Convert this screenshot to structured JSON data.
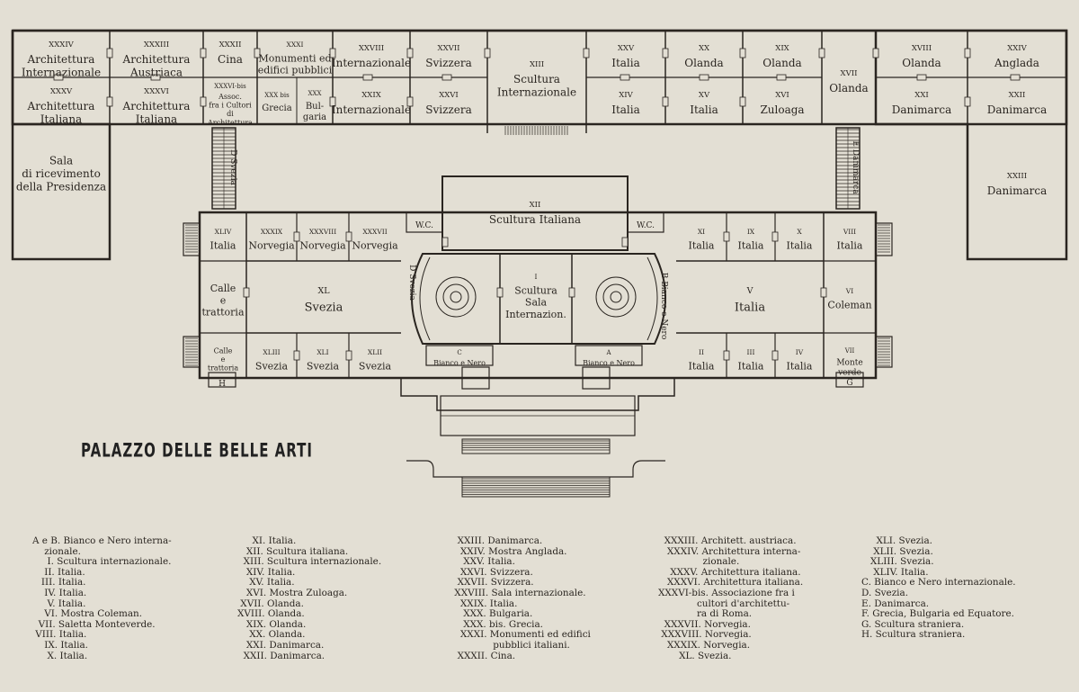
{
  "title": "PALAZZO DELLE BELLE ARTI",
  "rooms": {
    "r34": {
      "num": "XXXIV",
      "lines": [
        "Architettura",
        "Internazionale"
      ]
    },
    "r33": {
      "num": "XXXIII",
      "lines": [
        "Architettura",
        "Austriaca"
      ]
    },
    "r32": {
      "num": "XXXII",
      "lines": [
        "Cina"
      ]
    },
    "r31": {
      "num": "XXXI",
      "lines": [
        "Monumenti ed",
        "edifici pubblici"
      ]
    },
    "r28": {
      "num": "XXVIII",
      "lines": [
        "Internazionale"
      ]
    },
    "r27": {
      "num": "XXVII",
      "lines": [
        "Svizzera"
      ]
    },
    "r13": {
      "num": "XIII",
      "lines": [
        "Scultura",
        "Internazionale"
      ]
    },
    "r25": {
      "num": "XXV",
      "lines": [
        "Italia"
      ]
    },
    "r20": {
      "num": "XX",
      "lines": [
        "Olanda"
      ]
    },
    "r19": {
      "num": "XIX",
      "lines": [
        "Olanda"
      ]
    },
    "r17": {
      "num": "XVII",
      "lines": [
        "Olanda"
      ]
    },
    "r18": {
      "num": "XVIII",
      "lines": [
        "Olanda"
      ]
    },
    "r24": {
      "num": "XXIV",
      "lines": [
        "Anglada"
      ]
    },
    "r35": {
      "num": "XXXV",
      "lines": [
        "Architettura",
        "Italiana"
      ]
    },
    "r36": {
      "num": "XXXVI",
      "lines": [
        "Architettura",
        "Italiana"
      ]
    },
    "r36b": {
      "num": "XXXVI-bis",
      "lines": [
        "Assoc.",
        "fra i Cultori",
        "di",
        "Architettura"
      ]
    },
    "r30b": {
      "num": "XXX bis",
      "lines": [
        "Grecia"
      ]
    },
    "r30": {
      "num": "XXX",
      "lines": [
        "Bul-",
        "garia"
      ]
    },
    "r29": {
      "num": "XXIX",
      "lines": [
        "Internazionale"
      ]
    },
    "r26": {
      "num": "XXVI",
      "lines": [
        "Svizzera"
      ]
    },
    "r14": {
      "num": "XIV",
      "lines": [
        "Italia"
      ]
    },
    "r15": {
      "num": "XV",
      "lines": [
        "Italia"
      ]
    },
    "r16": {
      "num": "XVI",
      "lines": [
        "Zuloaga"
      ]
    },
    "r21": {
      "num": "XXI",
      "lines": [
        "Danimarca"
      ]
    },
    "r22": {
      "num": "XXII",
      "lines": [
        "Danimarca"
      ]
    },
    "sala": {
      "num": "",
      "lines": [
        "Sala",
        "di ricevimento",
        "della Presidenza"
      ]
    },
    "r23": {
      "num": "XXIII",
      "lines": [
        "Danimarca"
      ]
    },
    "corrD": {
      "num": "D",
      "lines": [
        "Svezia"
      ]
    },
    "corrE": {
      "num": "E",
      "lines": [
        "Danimarca"
      ]
    },
    "r12": {
      "num": "XII",
      "lines": [
        "Scultura Italiana"
      ]
    },
    "r44": {
      "num": "XLIV",
      "lines": [
        "Italia"
      ]
    },
    "r39": {
      "num": "XXXIX",
      "lines": [
        "Norvegia"
      ]
    },
    "r38": {
      "num": "XXXVIII",
      "lines": [
        "Norvegia"
      ]
    },
    "r37": {
      "num": "XXXVII",
      "lines": [
        "Norvegia"
      ]
    },
    "r11": {
      "num": "XI",
      "lines": [
        "Italia"
      ]
    },
    "r9": {
      "num": "IX",
      "lines": [
        "Italia"
      ]
    },
    "r10": {
      "num": "X",
      "lines": [
        "Italia"
      ]
    },
    "r8": {
      "num": "VIII",
      "lines": [
        "Italia"
      ]
    },
    "calle1": {
      "num": "",
      "lines": [
        "Calle",
        "e",
        "trattoria"
      ]
    },
    "r40": {
      "num": "XL",
      "lines": [
        "Svezia"
      ]
    },
    "r1": {
      "num": "I",
      "lines": [
        "Scultura",
        "Sala",
        "Internazion."
      ]
    },
    "r5": {
      "num": "V",
      "lines": [
        "Italia"
      ]
    },
    "r6": {
      "num": "VI",
      "lines": [
        "Coleman"
      ]
    },
    "calle2": {
      "num": "",
      "lines": [
        "Calle",
        "e",
        "trattoria"
      ]
    },
    "r43": {
      "num": "XLIII",
      "lines": [
        "Svezia"
      ]
    },
    "r41": {
      "num": "XLI",
      "lines": [
        "Svezia"
      ]
    },
    "r42": {
      "num": "XLII",
      "lines": [
        "Svezia"
      ]
    },
    "r2": {
      "num": "II",
      "lines": [
        "Italia"
      ]
    },
    "r3": {
      "num": "III",
      "lines": [
        "Italia"
      ]
    },
    "r4": {
      "num": "IV",
      "lines": [
        "Italia"
      ]
    },
    "r7": {
      "num": "VII",
      "lines": [
        "Monte",
        "verde"
      ]
    },
    "roomC": {
      "num": "C",
      "lines": [
        "Bianco e Nero"
      ]
    },
    "roomA": {
      "num": "A",
      "lines": [
        "Bianco e Nero"
      ]
    },
    "roomB": {
      "num": "B",
      "lines": [
        "Bianco e Nero"
      ]
    },
    "roomD": {
      "num": "D",
      "lines": [
        "Svezia"
      ]
    },
    "wcL": {
      "num": "",
      "lines": [
        "W.C."
      ]
    },
    "wcR": {
      "num": "",
      "lines": [
        "W.C."
      ]
    },
    "roomG": {
      "num": "",
      "lines": [
        "G"
      ]
    },
    "roomH": {
      "num": "",
      "lines": [
        "H"
      ]
    }
  },
  "legend": {
    "col1": [
      "A e B. Bianco e Nero interna-",
      "    zionale.",
      "     I. Scultura internazionale.",
      "    II. Italia.",
      "   III. Italia.",
      "    IV. Italia.",
      "     V. Italia.",
      "    VI. Mostra Coleman.",
      "  VII. Saletta Monteverde.",
      " VIII. Italia.",
      "    IX. Italia.",
      "     X. Italia."
    ],
    "col2": [
      "     XI. Italia.",
      "   XII. Scultura italiana.",
      "  XIII. Scultura internazionale.",
      "   XIV. Italia.",
      "    XV. Italia.",
      "   XVI. Mostra Zuloaga.",
      " XVII. Olanda.",
      "XVIII. Olanda.",
      "   XIX. Olanda.",
      "    XX. Olanda.",
      "   XXI. Danimarca.",
      "  XXII. Danimarca."
    ],
    "col3": [
      "  XXIII. Danimarca.",
      "   XXIV. Mostra Anglada.",
      "    XXV. Italia.",
      "   XXVI. Svizzera.",
      "  XXVII. Svizzera.",
      " XXVIII. Sala internazionale.",
      "   XXIX. Italia.",
      "    XXX. Bulgaria.",
      "    XXX. bis. Grecia.",
      "   XXXI. Monumenti ed edifici",
      "              pubblici italiani.",
      "  XXXII. Cina."
    ],
    "col4": [
      "  XXXIII. Architett. austriaca.",
      "   XXXIV. Architettura interna-",
      "               zionale.",
      "    XXXV. Architettura italiana.",
      "   XXXVI. Architettura italiana.",
      "XXXVI-bis. Associazione fra i",
      "             cultori d'architettu-",
      "             ra di Roma.",
      "  XXXVII. Norvegia.",
      " XXXVIII. Norvegia.",
      "   XXXIX. Norvegia.",
      "       XL. Svezia."
    ],
    "col5": [
      "     XLI. Svezia.",
      "    XLII. Svezia.",
      "   XLIII. Svezia.",
      "    XLIV. Italia.",
      "C. Bianco e Nero internazionale.",
      "D. Svezia.",
      "E. Danimarca.",
      "F. Grecia, Bulgaria ed Equatore.",
      "G. Scultura straniera.",
      "H. Scultura straniera."
    ]
  }
}
